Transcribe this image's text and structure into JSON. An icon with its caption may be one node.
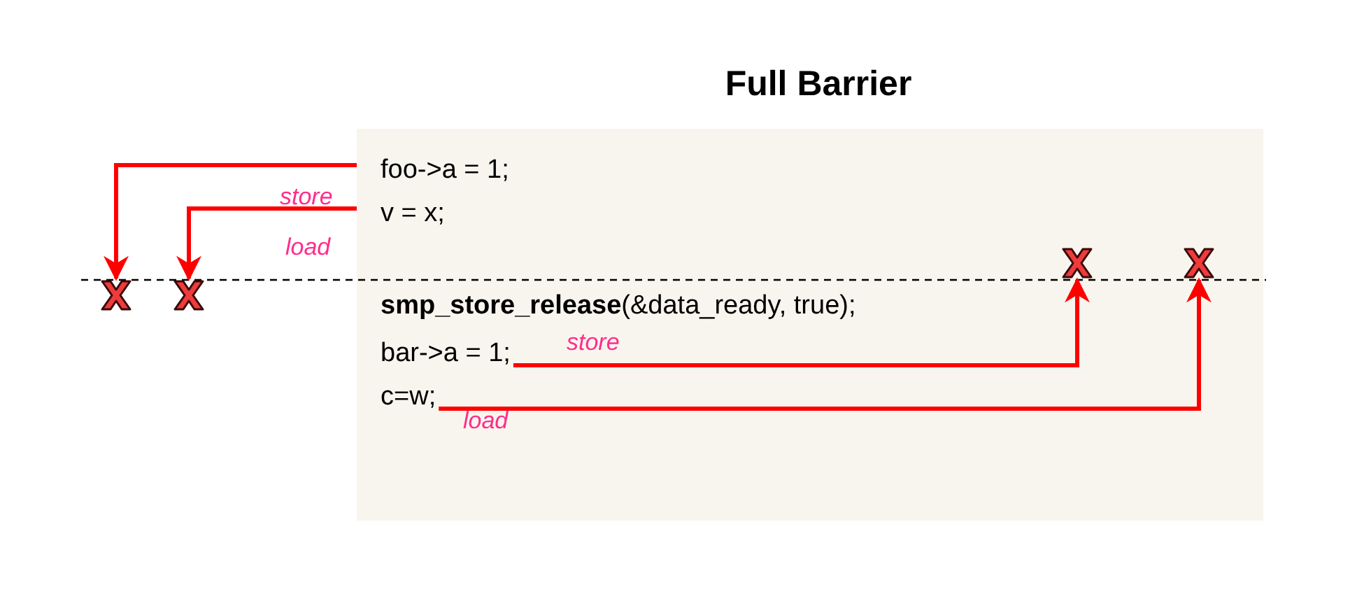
{
  "diagram": {
    "title": "Full Barrier",
    "nodes": [
      {
        "text": [],
        "shape": "box"
      },
      {
        "text": [
          "foo->a = 1;"
        ],
        "in": 0
      },
      {
        "text": [
          "v = x;"
        ],
        "in": 0
      },
      {
        "text": [
          "bar->a = 1;"
        ],
        "in": 0
      },
      {
        "text": [
          "c=w;"
        ],
        "in": 0
      },
      {
        "text": [],
        "shape": "cross"
      },
      {
        "text": [],
        "shape": "cross"
      },
      {
        "text": [],
        "shape": "cross",
        "in": 0
      },
      {
        "text": [],
        "shape": "cross",
        "in": 0
      }
    ],
    "edges": [
      {
        "from": 1,
        "to": 5,
        "arrow": "to",
        "label": "store"
      },
      {
        "from": 2,
        "to": 6,
        "arrow": "to",
        "label": "load"
      },
      {
        "from": 3,
        "to": 7,
        "arrow": "to",
        "label": "store"
      },
      {
        "from": 4,
        "to": 8,
        "arrow": "to",
        "label": "load"
      }
    ],
    "labels": [
      "**smp_store_release**(&data_ready, true);"
    ]
  }
}
